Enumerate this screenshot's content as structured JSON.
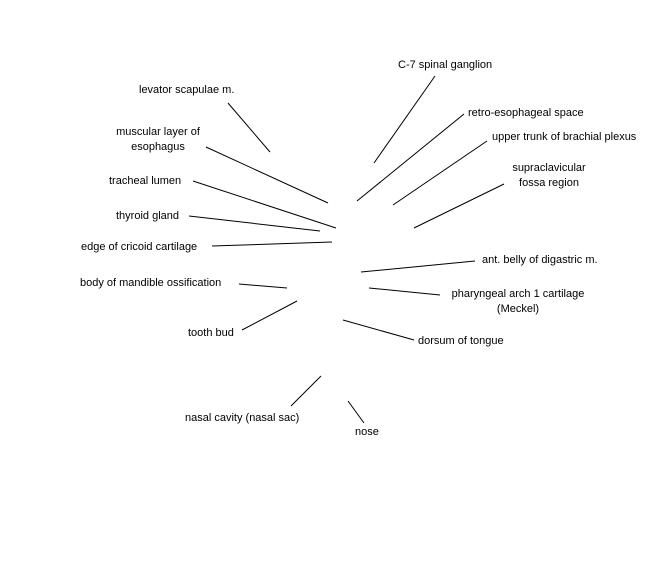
{
  "labels": {
    "c7_spinal_ganglion": "C-7 spinal ganglion",
    "levator_scapulae": "levator scapulae m.",
    "retro_esophageal_space": "retro-esophageal space",
    "muscular_layer_esophagus_1": "muscular layer of",
    "muscular_layer_esophagus_2": "esophagus",
    "upper_trunk_brachial_plexus": "upper trunk of brachial plexus",
    "supraclavicular_1": "supraclavicular",
    "supraclavicular_2": "fossa region",
    "tracheal_lumen": "tracheal lumen",
    "thyroid_gland": "thyroid gland",
    "edge_cricoid": "edge of cricoid cartilage",
    "ant_belly_digastric": "ant. belly of digastric m.",
    "body_mandible": "body of mandible ossification",
    "pharyngeal_arch_1": "pharyngeal arch 1 cartilage",
    "pharyngeal_arch_2": "(Meckel)",
    "tooth_bud": "tooth bud",
    "dorsum_tongue": "dorsum of tongue",
    "nasal_cavity": "nasal cavity (nasal sac)",
    "nose": "nose"
  }
}
